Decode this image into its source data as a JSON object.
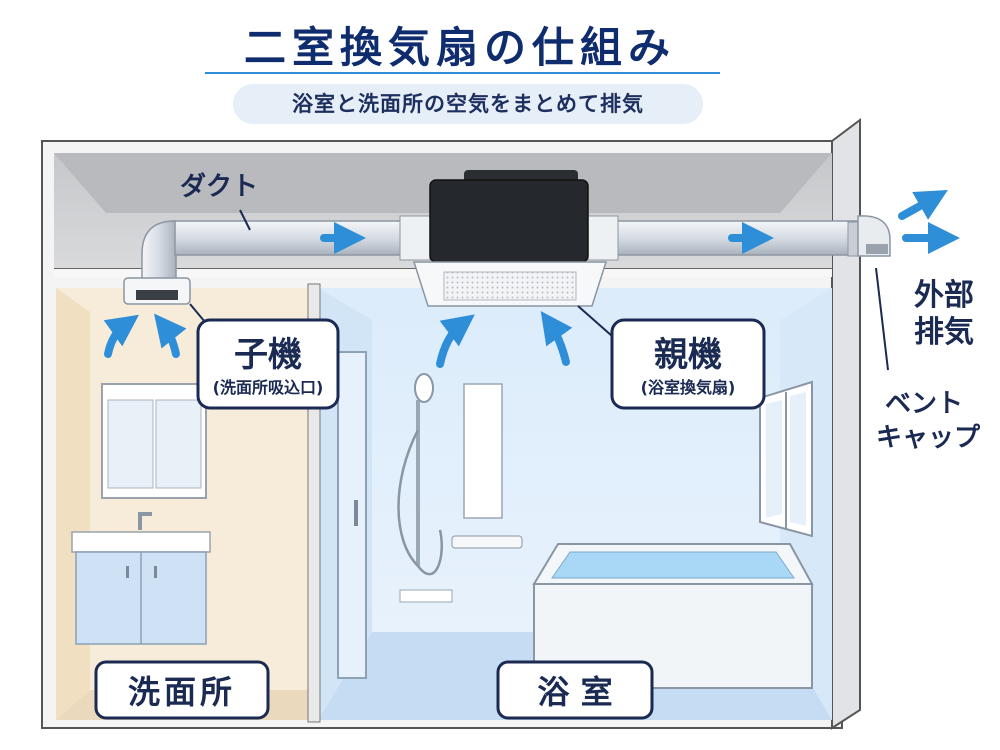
{
  "title": "二室換気扇の仕組み",
  "subtitle": "浴室と洗面所の空気をまとめて排気",
  "labels": {
    "duct": "ダクト",
    "child_unit": "子機",
    "child_unit_sub": "(洗面所吸込口)",
    "parent_unit": "親機",
    "parent_unit_sub": "(浴室換気扇)",
    "external_exhaust_1": "外部",
    "external_exhaust_2": "排気",
    "vent_cap_1": "ベント",
    "vent_cap_2": "キャップ",
    "washroom": "洗面所",
    "bathroom": "浴 室"
  },
  "colors": {
    "title": "#0f2c6e",
    "arrow": "#2f8ed8",
    "label_border": "#1a2a52",
    "bath_water": "#a9d8f7"
  }
}
